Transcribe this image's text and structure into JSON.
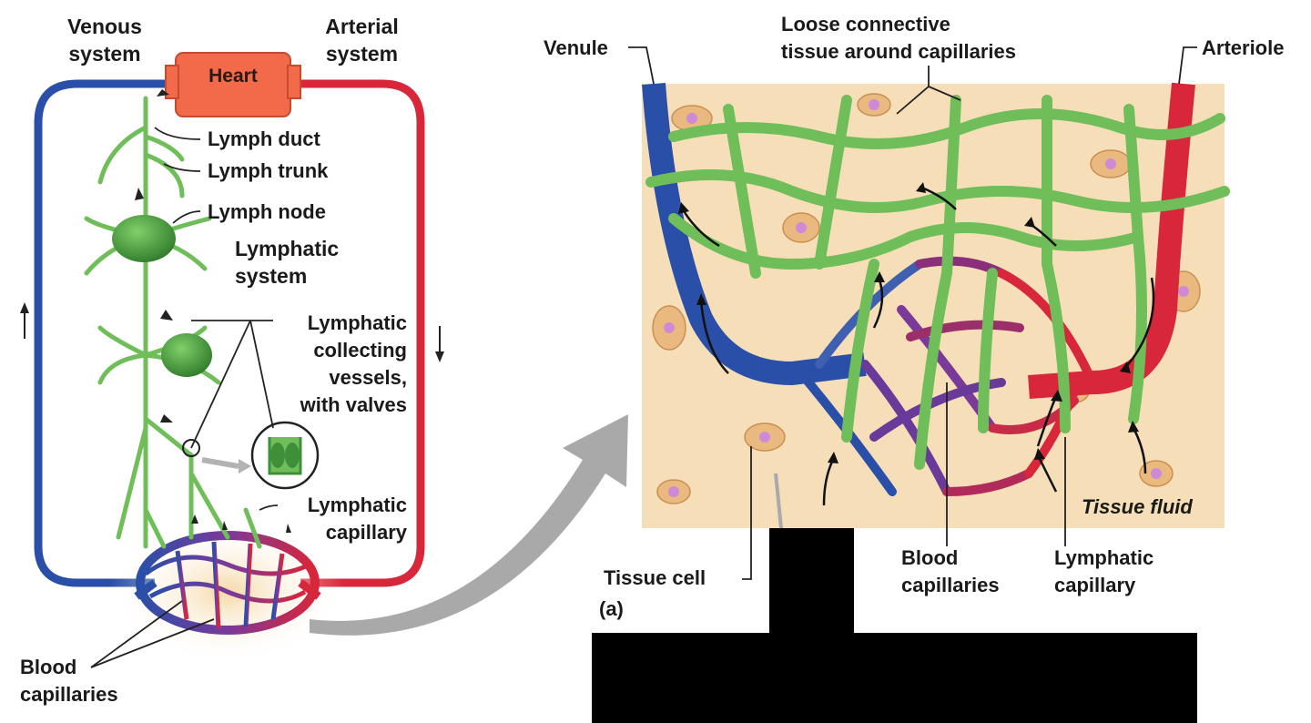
{
  "labels": {
    "venous_system": "Venous\nsystem",
    "arterial_system": "Arterial\nsystem",
    "heart": "Heart",
    "lymph_duct": "Lymph duct",
    "lymph_trunk": "Lymph trunk",
    "lymph_node": "Lymph node",
    "lymphatic_system": "Lymphatic\nsystem",
    "lymphatic_collecting": "Lymphatic\ncollecting\nvessels,\nwith valves",
    "lymphatic_capillary_left": "Lymphatic\ncapillary",
    "blood_capillaries_left": "Blood\ncapillaries",
    "venule": "Venule",
    "loose_connective": "Loose connective\ntissue around capillaries",
    "arteriole": "Arteriole",
    "tissue_fluid": "Tissue fluid",
    "tissue_cell": "Tissue cell",
    "panel_a": "(a)",
    "blood_capillaries_right": "Blood\ncapillaries",
    "lymphatic_capillary_right": "Lymphatic\ncapillary"
  },
  "colors": {
    "venous": "#2a4fa8",
    "arterial": "#d8263a",
    "lymph": "#6fbe5a",
    "lymph_dark": "#3f8f3a",
    "heart": "#f26a4a",
    "tissue": "#f6dfb8",
    "capillary_mix": "#7a3a9a",
    "redacted": "#000000",
    "arrow_gray": "#a9a9a9"
  }
}
